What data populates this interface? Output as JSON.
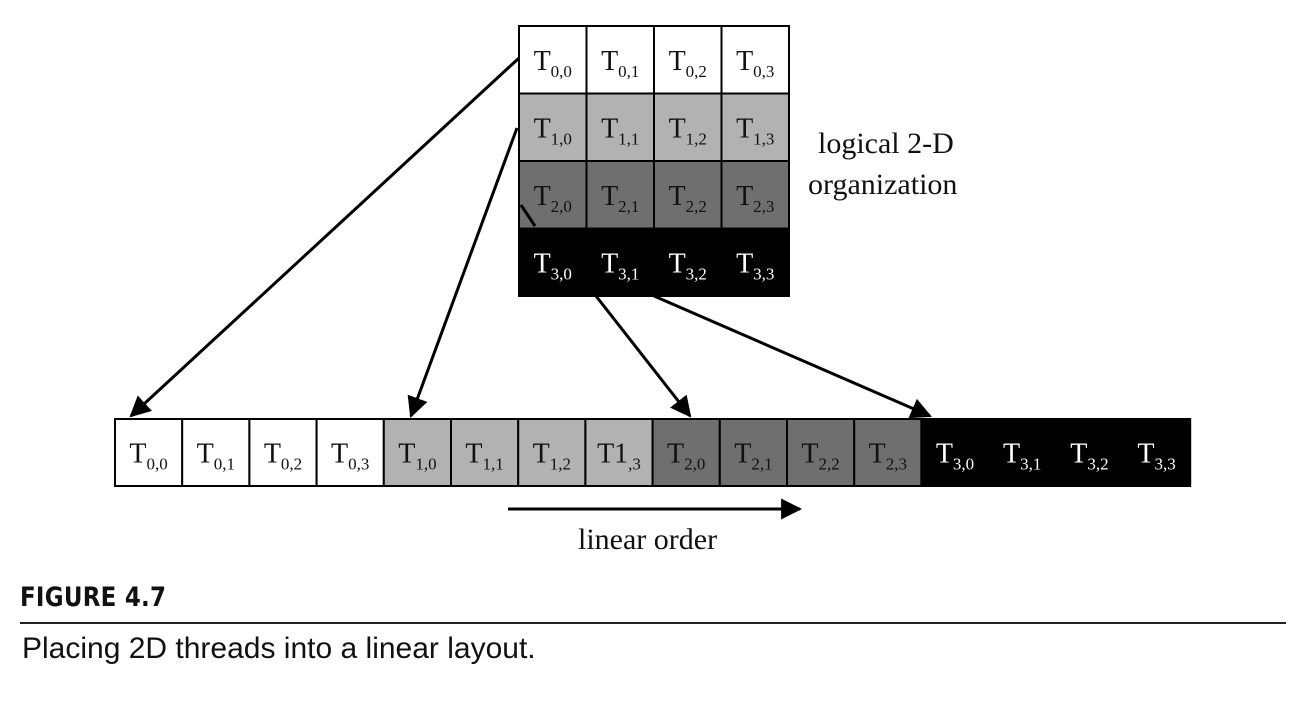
{
  "diagram": {
    "grid_cells": [
      [
        {
          "base": "T",
          "sub": "0,0"
        },
        {
          "base": "T",
          "sub": "0,1"
        },
        {
          "base": "T",
          "sub": "0,2"
        },
        {
          "base": "T",
          "sub": "0,3"
        }
      ],
      [
        {
          "base": "T",
          "sub": "1,0"
        },
        {
          "base": "T",
          "sub": "1,1"
        },
        {
          "base": "T",
          "sub": "1,2"
        },
        {
          "base": "T",
          "sub": "1,3"
        }
      ],
      [
        {
          "base": "T",
          "sub": "2,0"
        },
        {
          "base": "T",
          "sub": "2,1"
        },
        {
          "base": "T",
          "sub": "2,2"
        },
        {
          "base": "T",
          "sub": "2,3"
        }
      ],
      [
        {
          "base": "T",
          "sub": "3,0"
        },
        {
          "base": "T",
          "sub": "3,1"
        },
        {
          "base": "T",
          "sub": "3,2"
        },
        {
          "base": "T",
          "sub": "3,3"
        }
      ]
    ],
    "row_colors": [
      "#ffffff",
      "#b2b2b2",
      "#6f6f6f",
      "#000000"
    ],
    "row_text_colors": [
      "#111111",
      "#111111",
      "#111111",
      "#ffffff"
    ],
    "linear_cells": [
      {
        "base": "T",
        "sub": "0,0",
        "row": 0
      },
      {
        "base": "T",
        "sub": "0,1",
        "row": 0
      },
      {
        "base": "T",
        "sub": "0,2",
        "row": 0
      },
      {
        "base": "T",
        "sub": "0,3",
        "row": 0
      },
      {
        "base": "T",
        "sub": "1,0",
        "row": 1
      },
      {
        "base": "T",
        "sub": "1,1",
        "row": 1
      },
      {
        "base": "T",
        "sub": "1,2",
        "row": 1
      },
      {
        "base": "T1",
        "sub": ",3",
        "row": 1
      },
      {
        "base": "T",
        "sub": "2,0",
        "row": 2
      },
      {
        "base": "T",
        "sub": "2,1",
        "row": 2
      },
      {
        "base": "T",
        "sub": "2,2",
        "row": 2
      },
      {
        "base": "T",
        "sub": "2,3",
        "row": 2
      },
      {
        "base": "T",
        "sub": "3,0",
        "row": 3
      },
      {
        "base": "T",
        "sub": "3,1",
        "row": 3
      },
      {
        "base": "T",
        "sub": "3,2",
        "row": 3
      },
      {
        "base": "T",
        "sub": "3,3",
        "row": 3
      }
    ],
    "grid_label_lines": [
      "logical 2-D",
      "organization"
    ],
    "linear_label": "linear order"
  },
  "figure": {
    "title": "FIGURE 4.7",
    "caption": "Placing 2D threads into a linear layout."
  }
}
